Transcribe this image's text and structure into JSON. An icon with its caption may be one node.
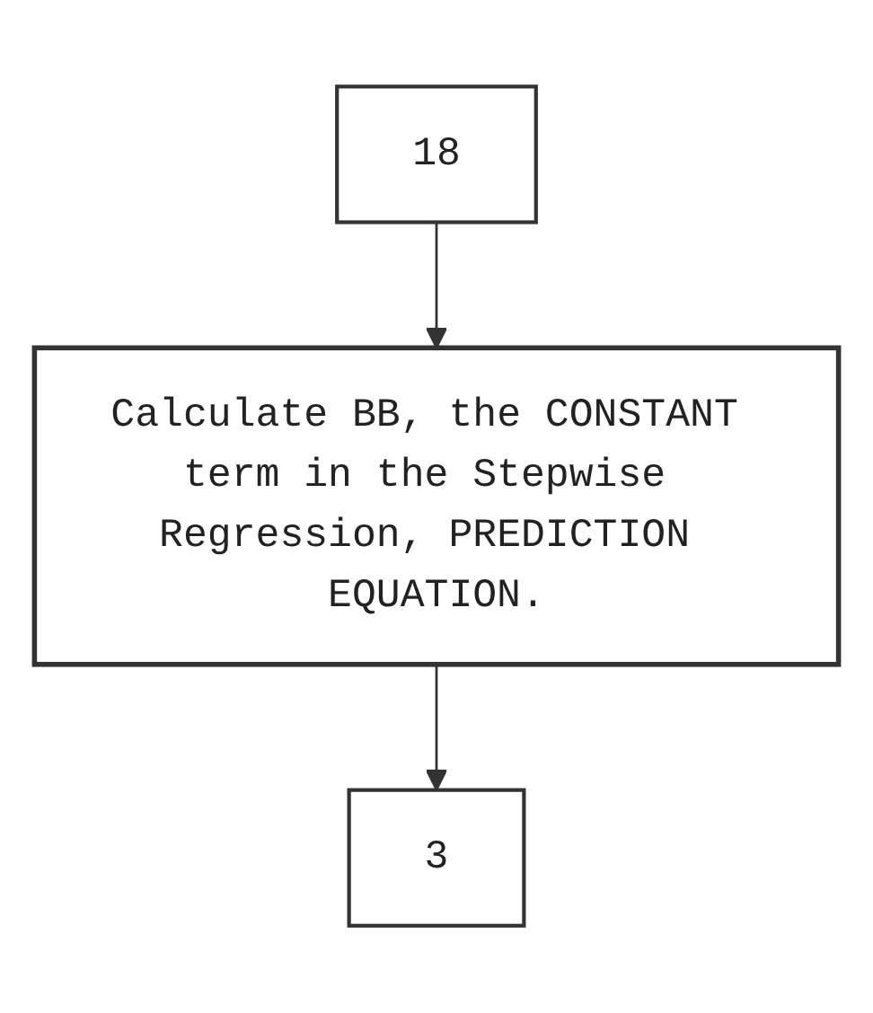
{
  "diagram": {
    "nodes": [
      {
        "text": [
          "18"
        ]
      },
      {
        "text": [
          "Calculate BB, the CONSTANT term in the Stepwise Regression, PREDICTION EQUATION."
        ]
      },
      {
        "text": [
          "3"
        ]
      }
    ],
    "edges": [
      {
        "from": 0,
        "to": 1,
        "arrow": "to"
      },
      {
        "from": 1,
        "to": 2,
        "arrow": "to"
      }
    ]
  }
}
